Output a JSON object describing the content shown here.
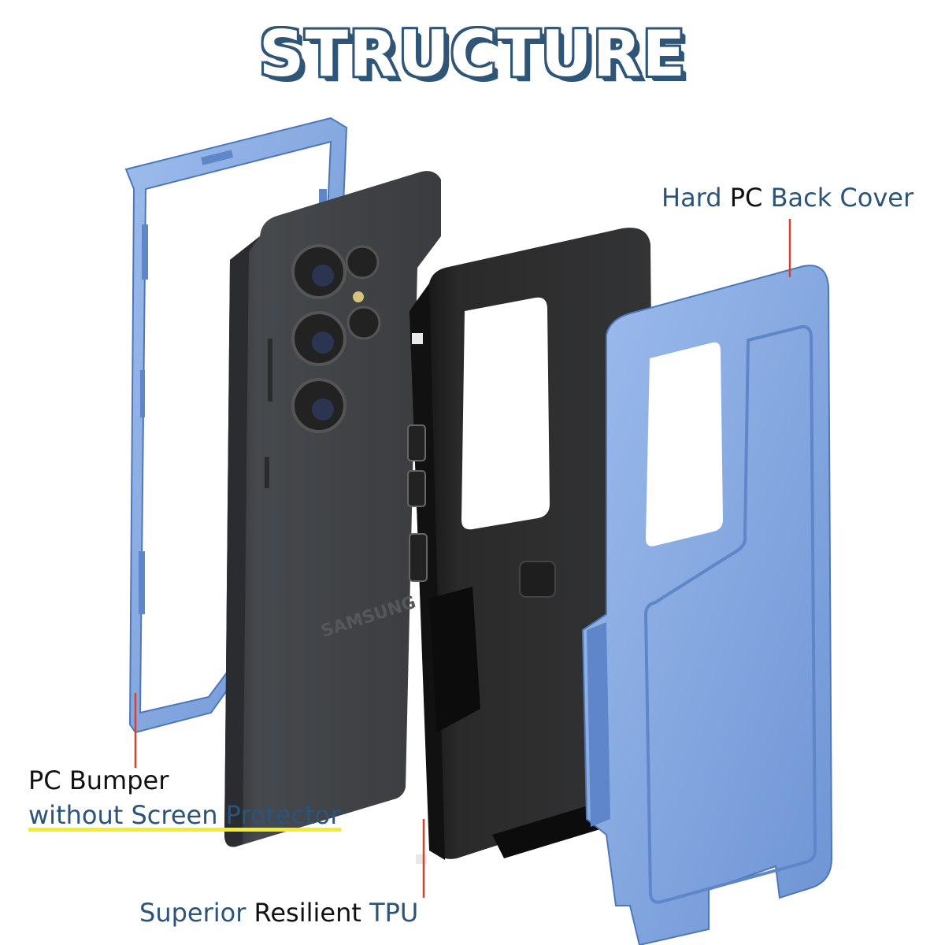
{
  "title": "STRUCTURE",
  "labels": {
    "back_cover": {
      "part1": "Hard ",
      "part2": "PC",
      "part3": " Back Cover"
    },
    "bumper": {
      "line1_a": "PC",
      "line1_b": " Bumper",
      "line2": "without Screen Protector"
    },
    "tpu": {
      "part1": "Superior ",
      "part2": "Resilient",
      "part3": " TPU"
    }
  },
  "phone_brand_text": "SAMSUNG",
  "colors": {
    "title_outline": "#2f5577",
    "label_blue": "#2c5479",
    "leader_line": "#d9412e",
    "case_blue": "#7ea3dc",
    "tpu_black": "#1a1a1a",
    "phone_gray": "#3d3f42",
    "highlight": "#f2ee2a"
  }
}
